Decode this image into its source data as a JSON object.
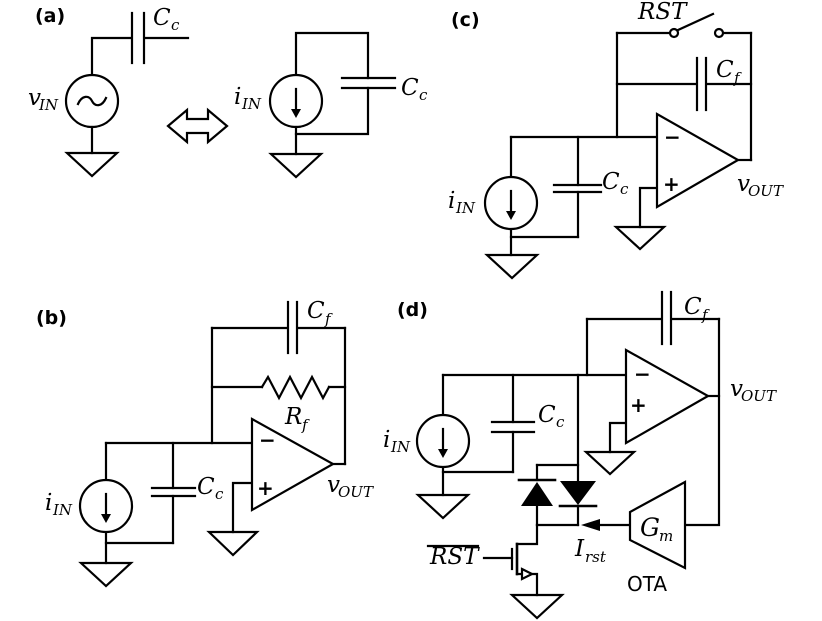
{
  "panels": {
    "a": {
      "tag": "(a)",
      "labels": {
        "vin": {
          "base": "v",
          "sub": "IN"
        },
        "cc_series": {
          "base": "C",
          "sub": "c"
        },
        "iin": {
          "base": "i",
          "sub": "IN"
        },
        "cc_parallel": {
          "base": "C",
          "sub": "c"
        }
      }
    },
    "b": {
      "tag": "(b)",
      "labels": {
        "cf": {
          "base": "C",
          "sub": "f"
        },
        "rf": {
          "base": "R",
          "sub": "f"
        },
        "cc": {
          "base": "C",
          "sub": "c"
        },
        "iin": {
          "base": "i",
          "sub": "IN"
        },
        "vout": {
          "base": "v",
          "sub": "OUT"
        }
      },
      "opamp": {
        "minus": "−",
        "plus": "+"
      }
    },
    "c": {
      "tag": "(c)",
      "labels": {
        "rst": "RST",
        "cf": {
          "base": "C",
          "sub": "f"
        },
        "cc": {
          "base": "C",
          "sub": "c"
        },
        "iin": {
          "base": "i",
          "sub": "IN"
        },
        "vout": {
          "base": "v",
          "sub": "OUT"
        }
      },
      "opamp": {
        "minus": "−",
        "plus": "+"
      }
    },
    "d": {
      "tag": "(d)",
      "labels": {
        "cf": {
          "base": "C",
          "sub": "f"
        },
        "cc": {
          "base": "C",
          "sub": "c"
        },
        "iin": {
          "base": "i",
          "sub": "IN"
        },
        "vout": {
          "base": "v",
          "sub": "OUT"
        },
        "rst_bar": "RST",
        "irst": {
          "base": "I",
          "sub": "rst"
        },
        "gm": {
          "base": "G",
          "sub": "m"
        },
        "ota": "OTA"
      },
      "opamp": {
        "minus": "−",
        "plus": "+"
      }
    }
  },
  "colors": {
    "line": "#000000",
    "background": "#ffffff"
  }
}
